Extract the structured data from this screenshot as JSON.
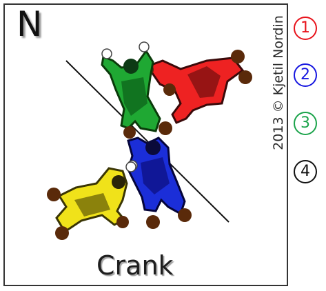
{
  "formation": {
    "letter": "N",
    "name": "Crank",
    "copyright": "2013 © Kjetil Nordin",
    "jumpers": [
      {
        "number": "1",
        "color": "#e8121b"
      },
      {
        "number": "2",
        "color": "#1616e0"
      },
      {
        "number": "3",
        "color": "#1aa34a"
      },
      {
        "number": "4",
        "color": "#111111"
      }
    ]
  },
  "icons": [
    "red-jumper-icon",
    "blue-jumper-icon",
    "green-jumper-icon",
    "yellow-jumper-icon"
  ]
}
